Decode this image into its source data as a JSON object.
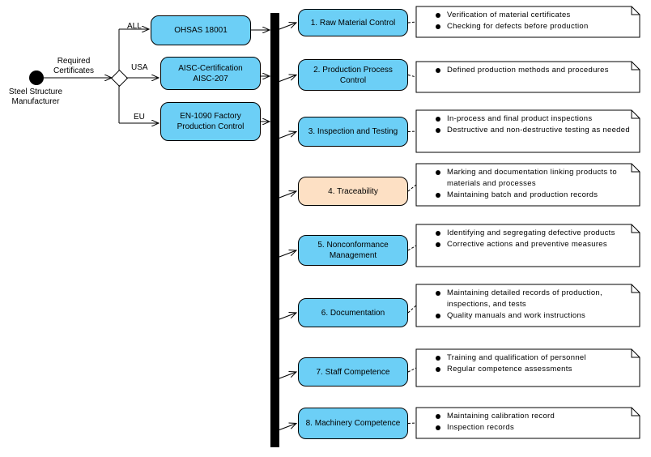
{
  "colors": {
    "box_fill": "#6ccff6",
    "highlight_fill": "#fde0c4",
    "line": "#000000"
  },
  "start": {
    "label_line1": "Steel Structure",
    "label_line2": "Manufacturer"
  },
  "edge_label": {
    "line1": "Required",
    "line2": "Certificates"
  },
  "branches": [
    {
      "label": "ALL",
      "box_line1": "OHSAS 18001",
      "box_line2": ""
    },
    {
      "label": "USA",
      "box_line1": "AISC-Certification",
      "box_line2": "AISC-207"
    },
    {
      "label": "EU",
      "box_line1": "EN-1090 Factory",
      "box_line2": "Production Control"
    }
  ],
  "steps": [
    {
      "line1": "1. Raw Material Control",
      "line2": "",
      "highlight": false,
      "notes": [
        "Verification of material certificates",
        "Checking for defects before production"
      ]
    },
    {
      "line1": "2. Production Process",
      "line2": "Control",
      "highlight": false,
      "notes": [
        "Defined production methods and procedures"
      ]
    },
    {
      "line1": "3. Inspection and Testing",
      "line2": "",
      "highlight": false,
      "notes": [
        "In-process and final product inspections",
        "Destructive and non-destructive testing as needed"
      ]
    },
    {
      "line1": "4. Traceability",
      "line2": "",
      "highlight": true,
      "notes": [
        "Marking and documentation linking products to materials and processes",
        "Maintaining batch and production records"
      ]
    },
    {
      "line1": "5. Nonconformance",
      "line2": "Management",
      "highlight": false,
      "notes": [
        "Identifying and segregating defective products",
        "Corrective actions and preventive measures"
      ]
    },
    {
      "line1": "6. Documentation",
      "line2": "",
      "highlight": false,
      "notes": [
        "Maintaining detailed records of production, inspections, and tests",
        "Quality manuals and work instructions"
      ]
    },
    {
      "line1": "7. Staff Competence",
      "line2": "",
      "highlight": false,
      "notes": [
        "Training and qualification of personnel",
        "Regular competence assessments"
      ]
    },
    {
      "line1": "8. Machinery Competence",
      "line2": "",
      "highlight": false,
      "notes": [
        "Maintaining calibration record",
        "Inspection records"
      ]
    }
  ]
}
